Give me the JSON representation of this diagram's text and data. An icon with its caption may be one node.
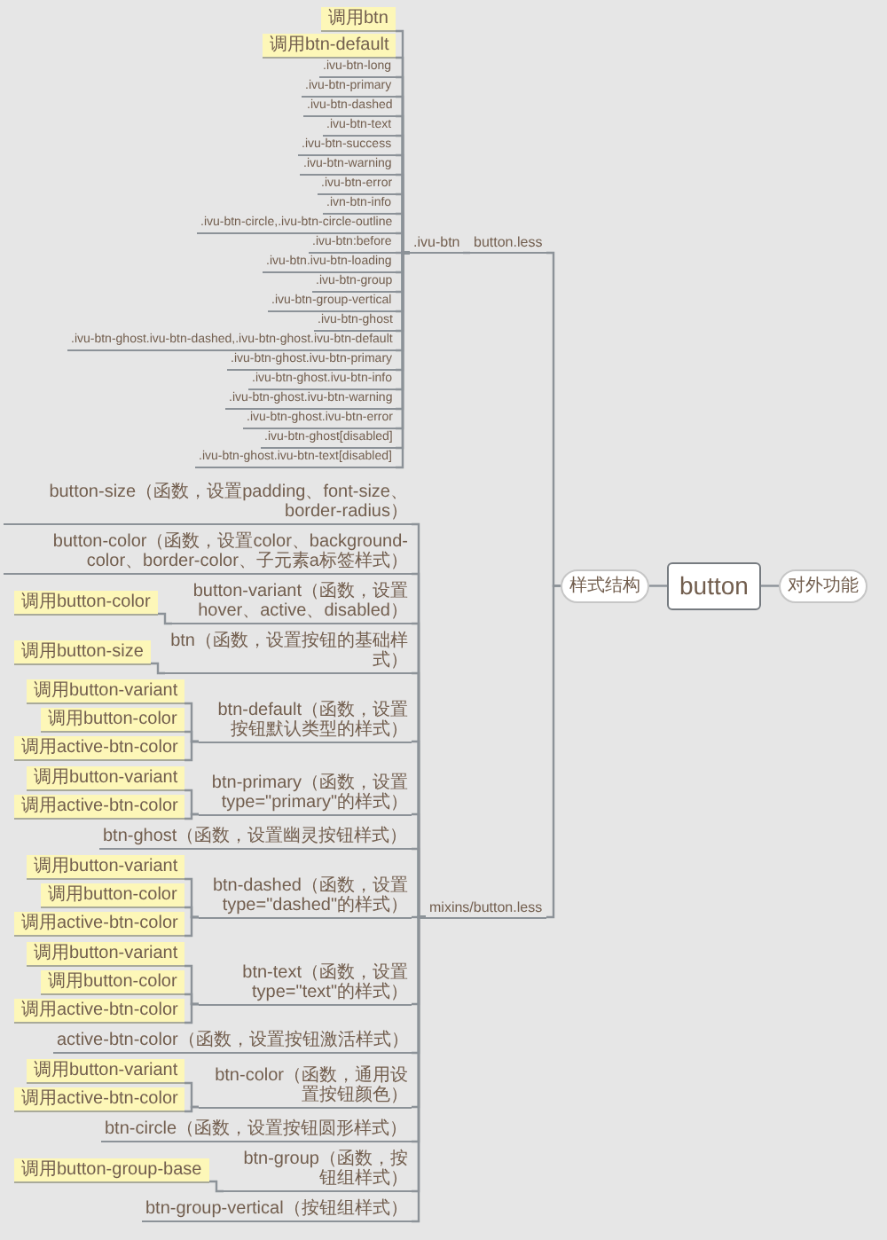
{
  "diagram": {
    "nodes": [
      {
        "text": [
          "button"
        ]
      },
      {
        "text": [
          "样式结构"
        ]
      },
      {
        "text": [
          "对外功能"
        ]
      },
      {
        "text": [
          "button.less"
        ]
      },
      {
        "text": [
          ".ivu-btn"
        ]
      },
      {
        "text": [
          "调用btn"
        ]
      },
      {
        "text": [
          "调用btn-default"
        ]
      },
      {
        "text": [
          ".ivu-btn-long"
        ]
      },
      {
        "text": [
          ".ivu-btn-primary"
        ]
      },
      {
        "text": [
          ".ivu-btn-dashed"
        ]
      },
      {
        "text": [
          ".ivu-btn-text"
        ]
      },
      {
        "text": [
          ".ivu-btn-success"
        ]
      },
      {
        "text": [
          ".ivu-btn-warning"
        ]
      },
      {
        "text": [
          ".ivu-btn-error"
        ]
      },
      {
        "text": [
          ".ivn-btn-info"
        ]
      },
      {
        "text": [
          ".ivu-btn-circle,.ivu-btn-circle-outline"
        ]
      },
      {
        "text": [
          ".ivu-btn:before"
        ]
      },
      {
        "text": [
          ".ivu-btn.ivu-btn-loading"
        ]
      },
      {
        "text": [
          ".ivu-btn-group"
        ]
      },
      {
        "text": [
          ".ivu-btn-group-vertical"
        ]
      },
      {
        "text": [
          ".ivu-btn-ghost"
        ]
      },
      {
        "text": [
          ".ivu-btn-ghost.ivu-btn-dashed,.ivu-btn-ghost.ivu-btn-default"
        ]
      },
      {
        "text": [
          ".ivu-btn-ghost.ivu-btn-primary"
        ]
      },
      {
        "text": [
          ".ivu-btn-ghost.ivu-btn-info"
        ]
      },
      {
        "text": [
          ".ivu-btn-ghost.ivu-btn-warning"
        ]
      },
      {
        "text": [
          ".ivu-btn-ghost.ivu-btn-error"
        ]
      },
      {
        "text": [
          ".ivu-btn-ghost[disabled]"
        ]
      },
      {
        "text": [
          ".ivu-btn-ghost.ivu-btn-text[disabled]"
        ]
      },
      {
        "text": [
          "mixins/button.less"
        ]
      },
      {
        "text": [
          "button-size（函数，设置padding、font-size、border-radius）"
        ]
      },
      {
        "text": [
          "button-color（函数，设置color、background-color、border-color、子元素a标签样式）"
        ]
      },
      {
        "text": [
          "button-variant（函数，设置hover、active、disabled）"
        ]
      },
      {
        "text": [
          "调用button-color"
        ]
      },
      {
        "text": [
          "btn（函数，设置按钮的基础样式）"
        ]
      },
      {
        "text": [
          "调用button-size"
        ]
      },
      {
        "text": [
          "btn-default（函数，设置按钮默认类型的样式）"
        ]
      },
      {
        "text": [
          "调用button-variant"
        ]
      },
      {
        "text": [
          "调用button-color"
        ]
      },
      {
        "text": [
          "调用active-btn-color"
        ]
      },
      {
        "text": [
          "btn-primary（函数，设置type=\"primary\"的样式）"
        ]
      },
      {
        "text": [
          "调用button-variant"
        ]
      },
      {
        "text": [
          "调用active-btn-color"
        ]
      },
      {
        "text": [
          "btn-ghost（函数，设置幽灵按钮样式）"
        ]
      },
      {
        "text": [
          "btn-dashed（函数，设置type=\"dashed\"的样式）"
        ]
      },
      {
        "text": [
          "调用button-variant"
        ]
      },
      {
        "text": [
          "调用button-color"
        ]
      },
      {
        "text": [
          "调用active-btn-color"
        ]
      },
      {
        "text": [
          "btn-text（函数，设置type=\"text\"的样式）"
        ]
      },
      {
        "text": [
          "调用button-variant"
        ]
      },
      {
        "text": [
          "调用button-color"
        ]
      },
      {
        "text": [
          "调用active-btn-color"
        ]
      },
      {
        "text": [
          "active-btn-color（函数，设置按钮激活样式）"
        ]
      },
      {
        "text": [
          "btn-color（函数，通用设置按钮颜色）"
        ]
      },
      {
        "text": [
          "调用button-variant"
        ]
      },
      {
        "text": [
          "调用active-btn-color"
        ]
      },
      {
        "text": [
          "btn-circle（函数，设置按钮圆形样式）"
        ]
      },
      {
        "text": [
          "btn-group（函数，按钮组样式）"
        ]
      },
      {
        "text": [
          "调用button-group-base"
        ]
      },
      {
        "text": [
          "btn-group-vertical（按钮组样式）"
        ]
      }
    ],
    "edges": [
      {
        "from": 0,
        "to": 1,
        "arrow": "none"
      },
      {
        "from": 0,
        "to": 2,
        "arrow": "none"
      },
      {
        "from": 1,
        "to": 3,
        "arrow": "none"
      },
      {
        "from": 1,
        "to": 28,
        "arrow": "none"
      },
      {
        "from": 3,
        "to": 4,
        "arrow": "none"
      },
      {
        "from": 4,
        "to": 5,
        "arrow": "none"
      },
      {
        "from": 4,
        "to": 6,
        "arrow": "none"
      },
      {
        "from": 4,
        "to": 7,
        "arrow": "none"
      },
      {
        "from": 4,
        "to": 8,
        "arrow": "none"
      },
      {
        "from": 4,
        "to": 9,
        "arrow": "none"
      },
      {
        "from": 4,
        "to": 10,
        "arrow": "none"
      },
      {
        "from": 4,
        "to": 11,
        "arrow": "none"
      },
      {
        "from": 4,
        "to": 12,
        "arrow": "none"
      },
      {
        "from": 4,
        "to": 13,
        "arrow": "none"
      },
      {
        "from": 4,
        "to": 14,
        "arrow": "none"
      },
      {
        "from": 4,
        "to": 15,
        "arrow": "none"
      },
      {
        "from": 4,
        "to": 16,
        "arrow": "none"
      },
      {
        "from": 4,
        "to": 17,
        "arrow": "none"
      },
      {
        "from": 4,
        "to": 18,
        "arrow": "none"
      },
      {
        "from": 4,
        "to": 19,
        "arrow": "none"
      },
      {
        "from": 4,
        "to": 20,
        "arrow": "none"
      },
      {
        "from": 4,
        "to": 21,
        "arrow": "none"
      },
      {
        "from": 4,
        "to": 22,
        "arrow": "none"
      },
      {
        "from": 4,
        "to": 23,
        "arrow": "none"
      },
      {
        "from": 4,
        "to": 24,
        "arrow": "none"
      },
      {
        "from": 4,
        "to": 25,
        "arrow": "none"
      },
      {
        "from": 4,
        "to": 26,
        "arrow": "none"
      },
      {
        "from": 4,
        "to": 27,
        "arrow": "none"
      },
      {
        "from": 28,
        "to": 29,
        "arrow": "none"
      },
      {
        "from": 28,
        "to": 30,
        "arrow": "none"
      },
      {
        "from": 28,
        "to": 31,
        "arrow": "none"
      },
      {
        "from": 31,
        "to": 32,
        "arrow": "none"
      },
      {
        "from": 28,
        "to": 33,
        "arrow": "none"
      },
      {
        "from": 33,
        "to": 34,
        "arrow": "none"
      },
      {
        "from": 28,
        "to": 35,
        "arrow": "none"
      },
      {
        "from": 35,
        "to": 36,
        "arrow": "none"
      },
      {
        "from": 35,
        "to": 37,
        "arrow": "none"
      },
      {
        "from": 35,
        "to": 38,
        "arrow": "none"
      },
      {
        "from": 28,
        "to": 39,
        "arrow": "none"
      },
      {
        "from": 39,
        "to": 40,
        "arrow": "none"
      },
      {
        "from": 39,
        "to": 41,
        "arrow": "none"
      },
      {
        "from": 28,
        "to": 42,
        "arrow": "none"
      },
      {
        "from": 28,
        "to": 43,
        "arrow": "none"
      },
      {
        "from": 43,
        "to": 44,
        "arrow": "none"
      },
      {
        "from": 43,
        "to": 45,
        "arrow": "none"
      },
      {
        "from": 43,
        "to": 46,
        "arrow": "none"
      },
      {
        "from": 28,
        "to": 47,
        "arrow": "none"
      },
      {
        "from": 47,
        "to": 48,
        "arrow": "none"
      },
      {
        "from": 47,
        "to": 49,
        "arrow": "none"
      },
      {
        "from": 47,
        "to": 50,
        "arrow": "none"
      },
      {
        "from": 28,
        "to": 51,
        "arrow": "none"
      },
      {
        "from": 28,
        "to": 52,
        "arrow": "none"
      },
      {
        "from": 52,
        "to": 53,
        "arrow": "none"
      },
      {
        "from": 52,
        "to": 54,
        "arrow": "none"
      },
      {
        "from": 28,
        "to": 55,
        "arrow": "none"
      },
      {
        "from": 28,
        "to": 56,
        "arrow": "none"
      },
      {
        "from": 56,
        "to": 57,
        "arrow": "none"
      },
      {
        "from": 28,
        "to": 58,
        "arrow": "none"
      }
    ]
  }
}
